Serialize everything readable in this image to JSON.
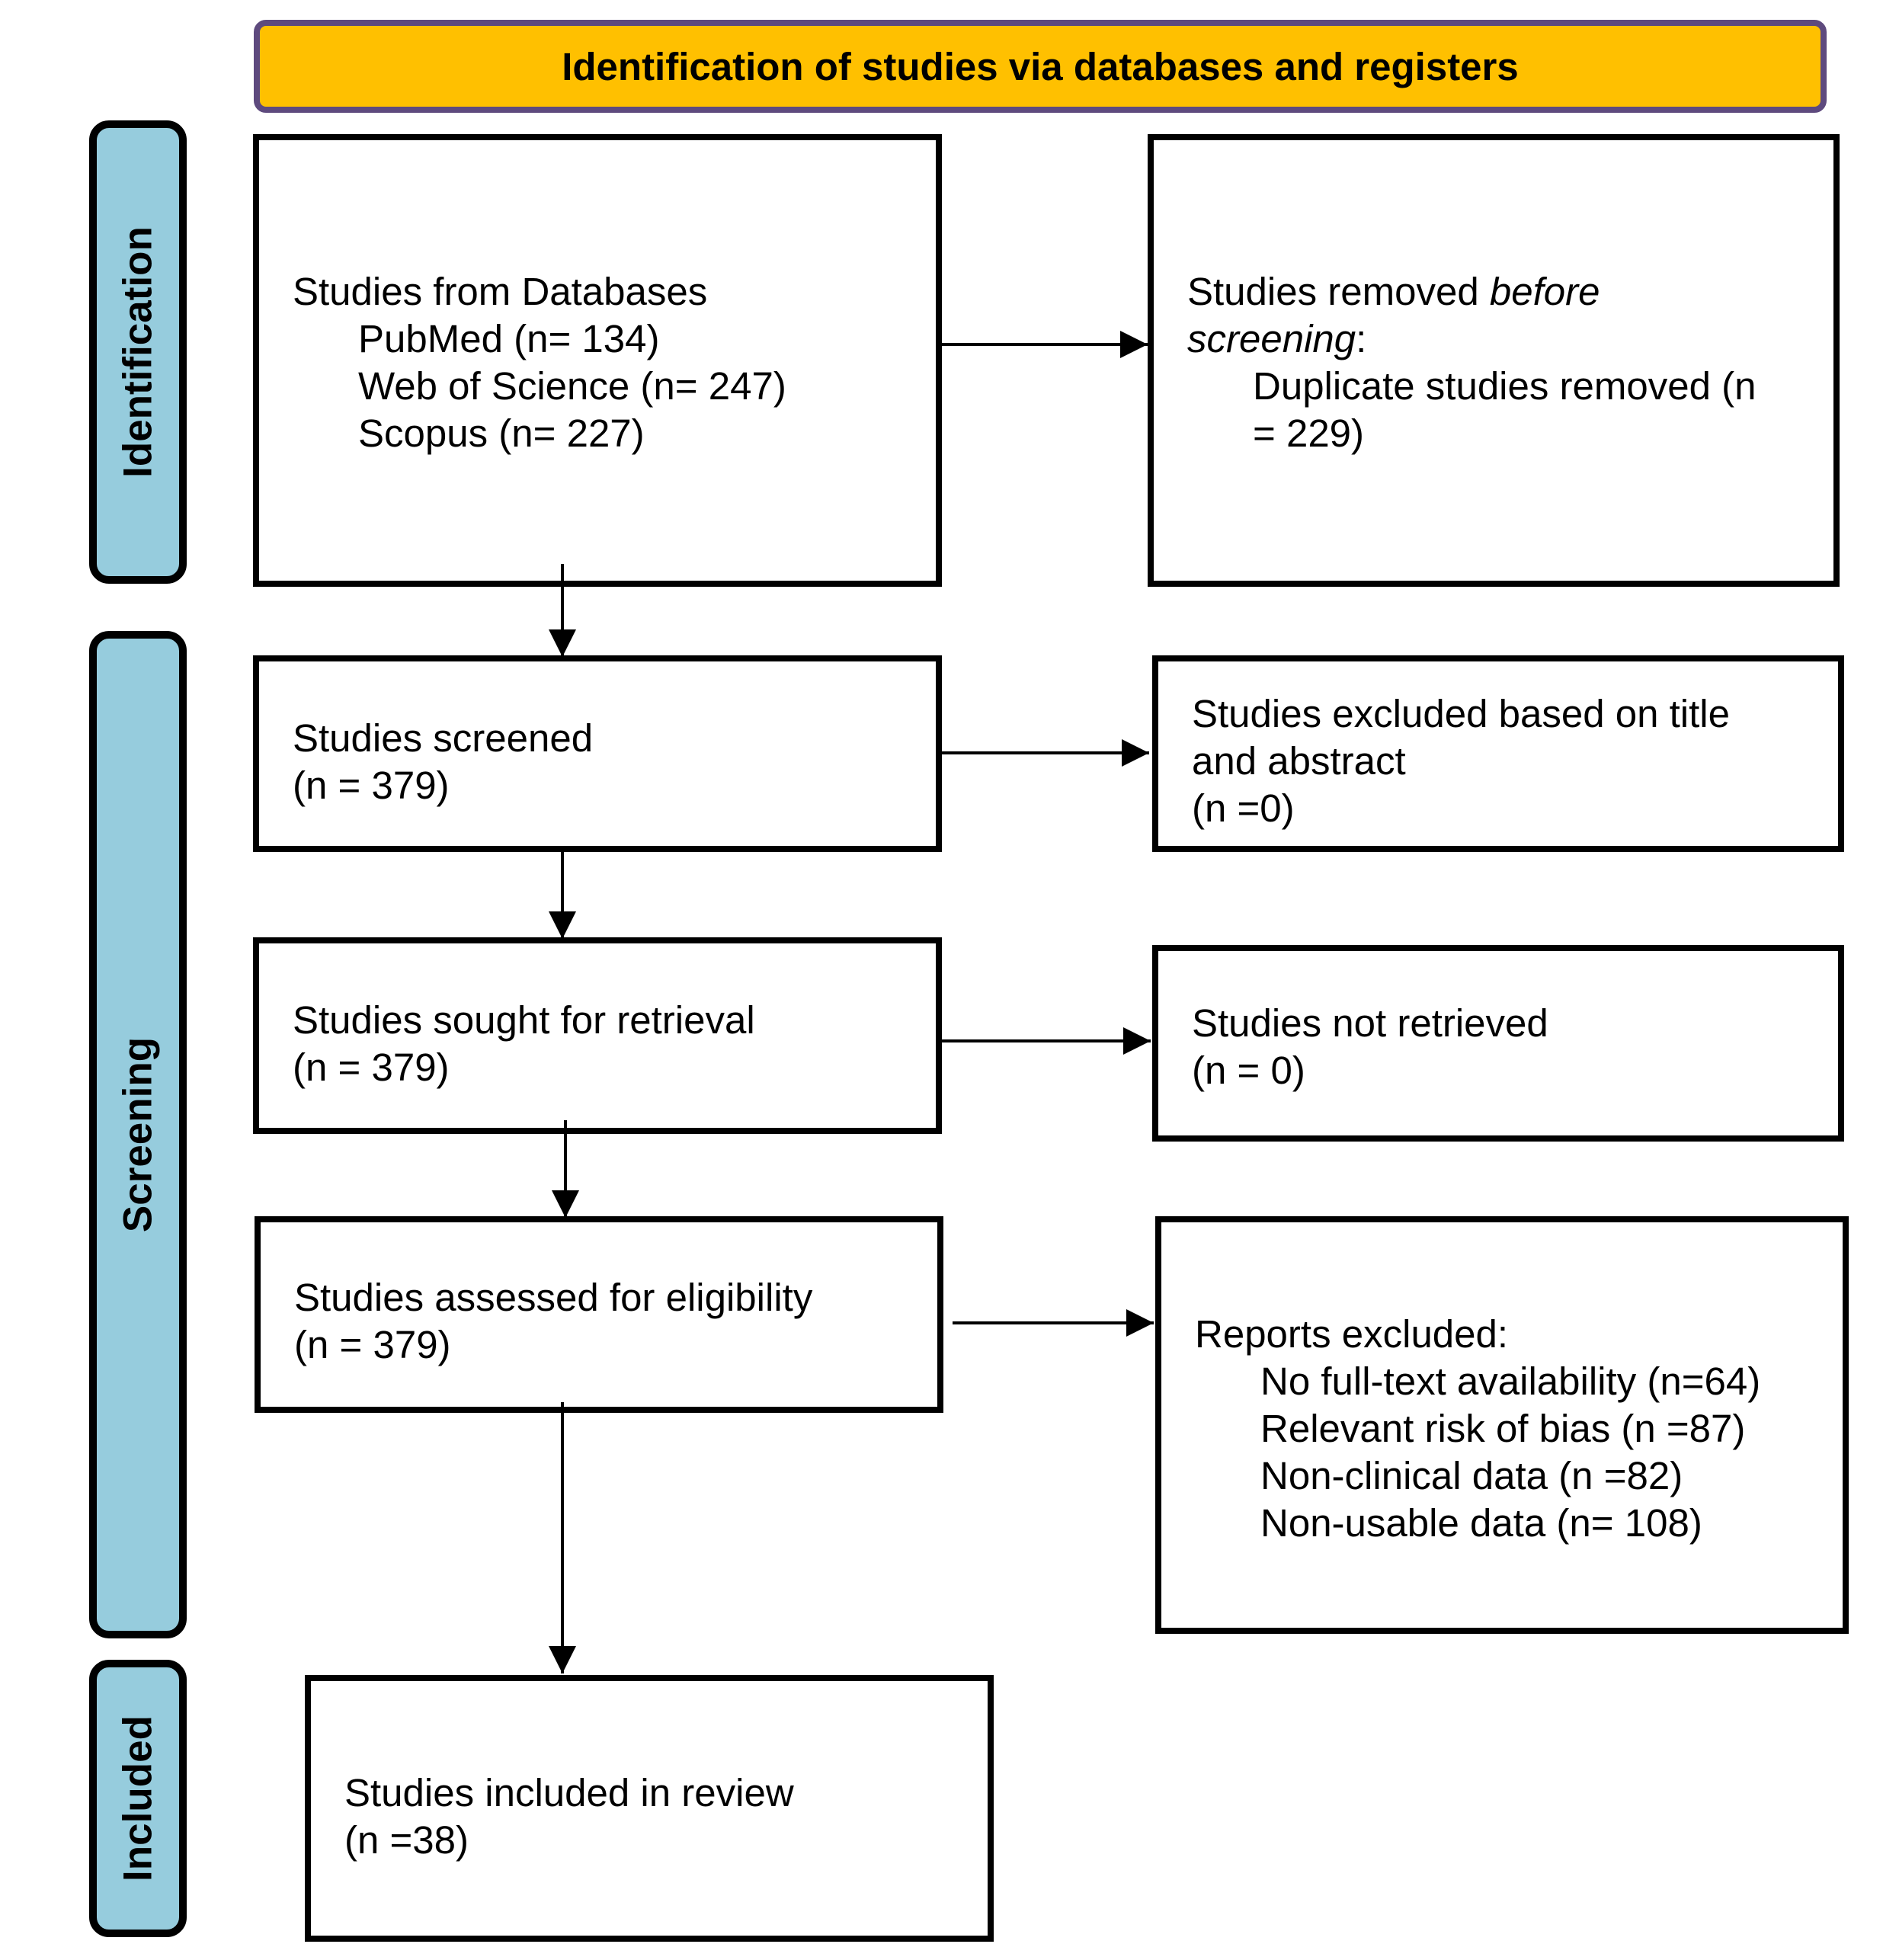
{
  "header": {
    "title": "Identification of studies via databases and registers"
  },
  "phases": {
    "identification": "Identification",
    "screening": "Screening",
    "included": "Included"
  },
  "boxes": {
    "databases": {
      "title": "Studies from Databases",
      "items": [
        "PubMed (n= 134)",
        "Web of Science (n= 247)",
        "Scopus (n= 227)"
      ]
    },
    "removed": {
      "line1_prefix": "Studies removed ",
      "line1_italic": "before",
      "line2_italic": "screening",
      "line2_suffix": ":",
      "item_line1": "Duplicate studies removed (n",
      "item_line2": "= 229)"
    },
    "screened": {
      "line1": "Studies screened",
      "line2": "(n = 379)"
    },
    "excluded_title": {
      "line1": "Studies excluded based on title",
      "line2": "and abstract",
      "line3": "(n =0)"
    },
    "sought": {
      "line1": "Studies sought for retrieval",
      "line2": "(n = 379)"
    },
    "not_retrieved": {
      "line1": "Studies not retrieved",
      "line2": "(n = 0)"
    },
    "assessed": {
      "line1": "Studies assessed for eligibility",
      "line2": "(n = 379)"
    },
    "reports_excluded": {
      "title": "Reports excluded:",
      "items": [
        "No full-text availability (n=64)",
        "Relevant risk of bias (n =87)",
        "Non-clinical data (n =82)",
        "Non-usable data (n= 108)"
      ]
    },
    "included": {
      "line1": "Studies included in review",
      "line2": "(n =38)"
    }
  },
  "colors": {
    "header_fill": "#FFC000",
    "header_border": "#5E4A7E",
    "phase_fill": "#96CCDD"
  }
}
